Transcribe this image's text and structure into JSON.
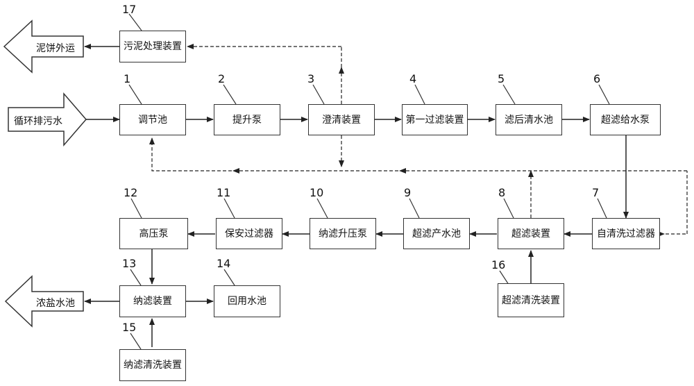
{
  "boxes": {
    "b1": "调节池",
    "b2": "提升泵",
    "b3": "澄清装置",
    "b4": "第一过滤装置",
    "b5": "滤后清水池",
    "b6": "超滤给水泵",
    "b7": "自清洗过滤器",
    "b8": "超滤装置",
    "b9": "超滤产水池",
    "b10": "纳滤升压泵",
    "b11": "保安过滤器",
    "b12": "高压泵",
    "b13": "纳滤装置",
    "b14": "回用水池",
    "b15": "纳滤清洗装置",
    "b16": "超滤清洗装置",
    "b17": "污泥处理装置"
  },
  "numbers": {
    "n1": "1",
    "n2": "2",
    "n3": "3",
    "n4": "4",
    "n5": "5",
    "n6": "6",
    "n7": "7",
    "n8": "8",
    "n9": "9",
    "n10": "10",
    "n11": "11",
    "n12": "12",
    "n13": "13",
    "n14": "14",
    "n15": "15",
    "n16": "16",
    "n17": "17"
  },
  "arrows": {
    "input": "循环排污水",
    "sludge_out": "泥饼外运",
    "brine_out": "浓盐水池"
  }
}
